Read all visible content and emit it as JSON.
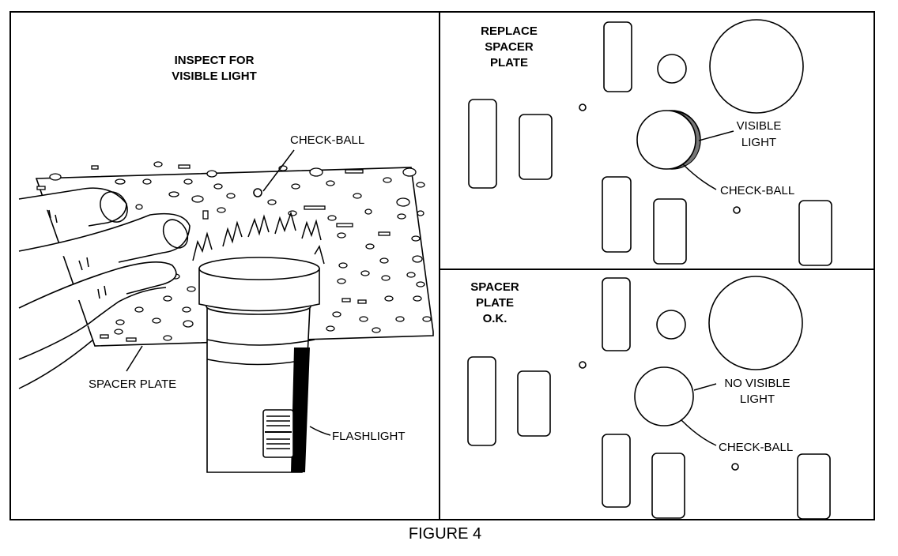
{
  "left_panel": {
    "title_line1": "INSPECT FOR",
    "title_line2": "VISIBLE LIGHT",
    "check_ball_label": "CHECK-BALL",
    "spacer_plate_label": "SPACER PLATE",
    "flashlight_label": "FLASHLIGHT"
  },
  "top_right_panel": {
    "title_line1": "REPLACE",
    "title_line2": "SPACER",
    "title_line3": "PLATE",
    "visible_light_line1": "VISIBLE",
    "visible_light_line2": "LIGHT",
    "check_ball_label": "CHECK-BALL"
  },
  "bottom_right_panel": {
    "title_line1": "SPACER",
    "title_line2": "PLATE",
    "title_line3": "O.K.",
    "no_visible_light_line1": "NO VISIBLE",
    "no_visible_light_line2": "LIGHT",
    "check_ball_label": "CHECK-BALL"
  },
  "caption": "FIGURE 4"
}
